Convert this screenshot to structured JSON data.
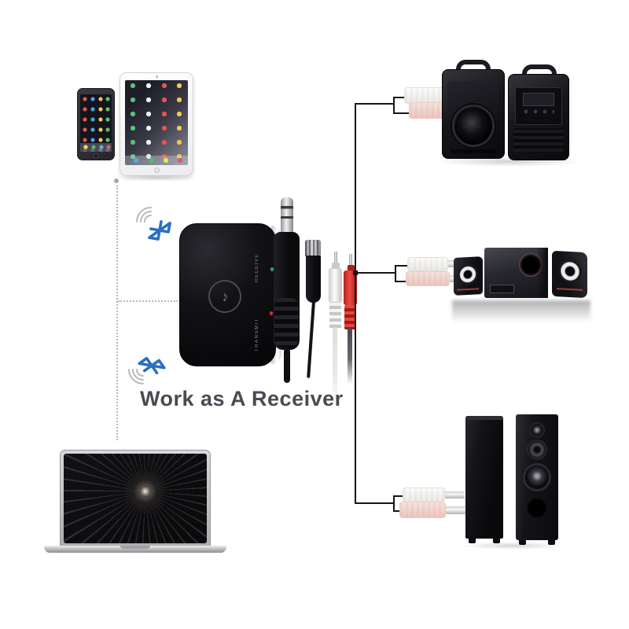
{
  "caption": {
    "text": "Work as A Receiver"
  },
  "adapter": {
    "label_receive": "RECEIVE",
    "label_transmit": "TRANSMIT",
    "logo_glyph": "♪"
  },
  "bluetooth": {
    "symbol_color": "#2a6fc2",
    "wave_color": "#b3b3b3"
  },
  "palette": {
    "background": "#ffffff",
    "connector_line": "#161616",
    "dotted_guide": "#b8b8b8",
    "caption_color": "#4a4a52",
    "rca_red": "#de342e",
    "rca_white": "#f1f1ef",
    "speaker_plug_white": "#f8f6f3",
    "speaker_plug_pink": "#f0cfc7",
    "led_green": "#35a06b",
    "led_red": "#ce3126"
  },
  "scene": {
    "source_devices": [
      "smartphone",
      "tablet",
      "laptop"
    ],
    "adapter_device": "bluetooth-audio-adapter",
    "output_devices": [
      "portable-pa-speakers",
      "2.1-multimedia-speakers",
      "tower-speakers"
    ],
    "cables": [
      "3.5mm-aux-plug",
      "micro-usb-plug",
      "rca-white-plug",
      "rca-red-plug"
    ]
  }
}
